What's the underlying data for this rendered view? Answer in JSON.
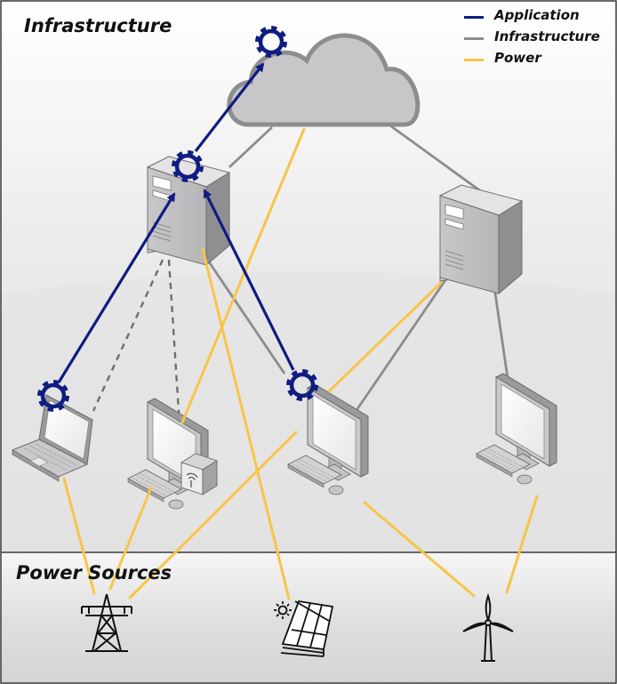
{
  "regions": {
    "infrastructure": "Infrastructure",
    "power_sources": "Power Sources"
  },
  "legend": [
    {
      "label": "Application",
      "color": "#0f1c80"
    },
    {
      "label": "Infrastructure",
      "color": "#8c8c8c"
    },
    {
      "label": "Power",
      "color": "#f7c548"
    }
  ],
  "colors": {
    "application": "#0f1c80",
    "infrastructure": "#8c8c8c",
    "power": "#f7c548",
    "device_gray": "#a6a6a8",
    "border": "#3a3a3a"
  },
  "nodes": {
    "cloud": "cloud-icon",
    "edge_server": "server-tower-icon",
    "remote_server": "server-tower-icon",
    "laptop": "laptop-icon",
    "desktop_with_router": "desktop-computer-icon",
    "wifi_router": "wifi-router-icon",
    "desktop_center": "desktop-computer-icon",
    "desktop_right": "desktop-computer-icon",
    "power_grid": "transmission-tower-icon",
    "solar": "solar-panel-icon",
    "wind": "wind-turbine-icon",
    "app_component": "gear-icon"
  }
}
